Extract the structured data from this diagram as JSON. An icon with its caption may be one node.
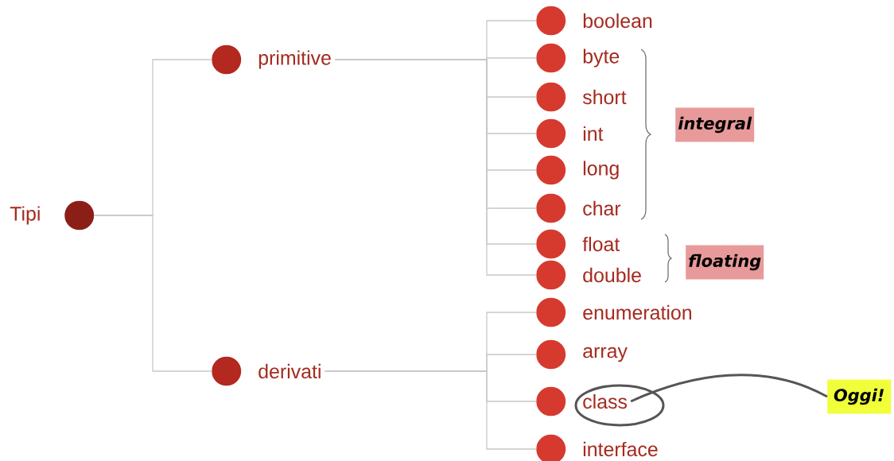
{
  "diagram": {
    "nodes": [
      {
        "text": [
          "Tipi"
        ]
      },
      {
        "text": [
          "primitive"
        ]
      },
      {
        "text": [
          "derivati"
        ]
      },
      {
        "text": [
          "boolean"
        ]
      },
      {
        "text": [
          "byte"
        ]
      },
      {
        "text": [
          "short"
        ]
      },
      {
        "text": [
          "int"
        ]
      },
      {
        "text": [
          "long"
        ]
      },
      {
        "text": [
          "char"
        ]
      },
      {
        "text": [
          "float"
        ]
      },
      {
        "text": [
          "double"
        ]
      },
      {
        "text": [
          "enumeration"
        ]
      },
      {
        "text": [
          "array"
        ]
      },
      {
        "text": [
          "class"
        ]
      },
      {
        "text": [
          "interface"
        ]
      },
      {
        "text": [
          "integral"
        ]
      },
      {
        "text": [
          "floating"
        ]
      },
      {
        "text": [
          "Oggi!"
        ]
      }
    ],
    "edges": [
      {
        "from": 0,
        "to": 1,
        "arrow": "none"
      },
      {
        "from": 0,
        "to": 2,
        "arrow": "none"
      },
      {
        "from": 1,
        "to": 3,
        "arrow": "none"
      },
      {
        "from": 1,
        "to": 4,
        "arrow": "none"
      },
      {
        "from": 1,
        "to": 5,
        "arrow": "none"
      },
      {
        "from": 1,
        "to": 6,
        "arrow": "none"
      },
      {
        "from": 1,
        "to": 7,
        "arrow": "none"
      },
      {
        "from": 1,
        "to": 8,
        "arrow": "none"
      },
      {
        "from": 1,
        "to": 9,
        "arrow": "none"
      },
      {
        "from": 1,
        "to": 10,
        "arrow": "none"
      },
      {
        "from": 2,
        "to": 11,
        "arrow": "none"
      },
      {
        "from": 2,
        "to": 12,
        "arrow": "none"
      },
      {
        "from": 2,
        "to": 13,
        "arrow": "none"
      },
      {
        "from": 2,
        "to": 14,
        "arrow": "none"
      },
      {
        "from": 17,
        "to": 13,
        "arrow": "none",
        "style": "thick",
        "color": "#555555"
      }
    ]
  }
}
